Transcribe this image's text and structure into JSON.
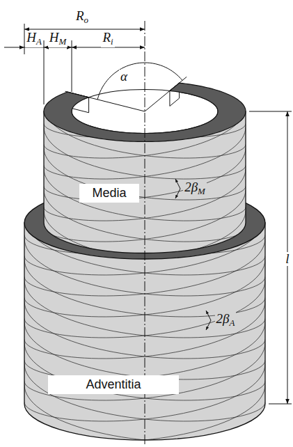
{
  "diagram": {
    "nodes": [
      {
        "text": [
          "Media"
        ]
      },
      {
        "text": [
          "Adventitia"
        ]
      }
    ],
    "labels": [
      "Ro",
      "HA",
      "HM",
      "Ri",
      "α",
      "2βM",
      "2βA",
      "l"
    ]
  }
}
